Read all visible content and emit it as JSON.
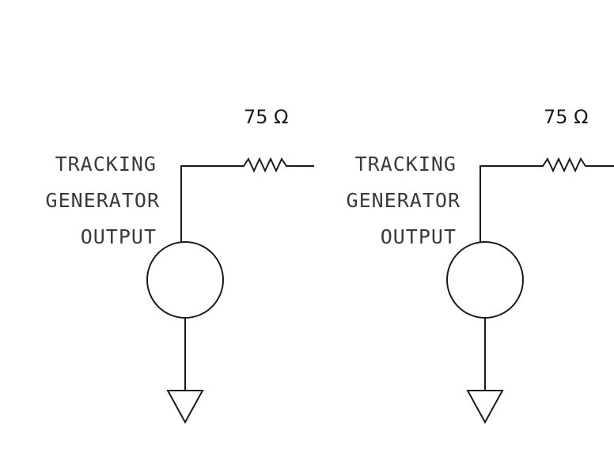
{
  "circuits": [
    {
      "resistor_value": "75 Ω",
      "label_lines": [
        "TRACKING",
        "GENERATOR",
        "OUTPUT"
      ]
    },
    {
      "resistor_value": "75 Ω",
      "label_lines": [
        "TRACKING",
        "GENERATOR",
        "OUTPUT"
      ]
    }
  ],
  "icons": {
    "source": "ac-source-circle-icon",
    "resistor": "resistor-zigzag-icon",
    "ground": "ground-triangle-icon"
  },
  "colors": {
    "ink": "#1a1a1a",
    "label": "#3a3a3a",
    "background": "#ffffff"
  }
}
